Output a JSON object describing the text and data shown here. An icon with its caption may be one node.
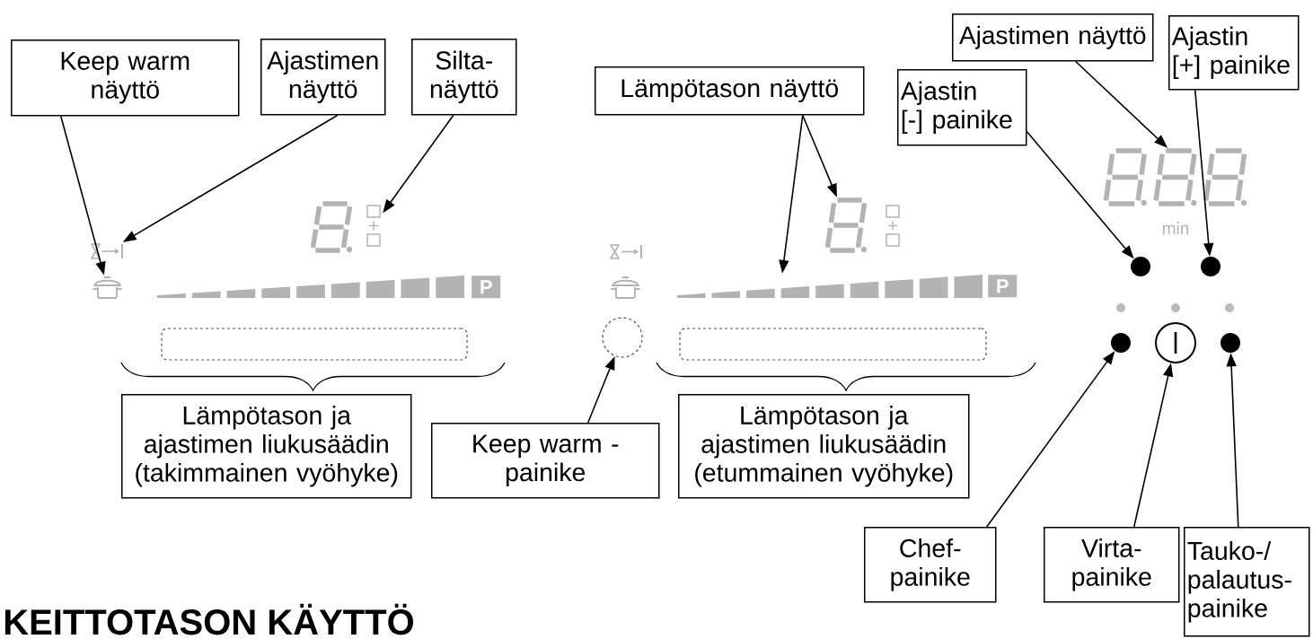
{
  "diagram": {
    "nodes": [
      {
        "text": [
          "Keep warm näyttö"
        ]
      },
      {
        "text": [
          "Ajastimen näyttö"
        ]
      },
      {
        "text": [
          "Silta- näyttö"
        ]
      },
      {
        "text": [
          "Lämpötason näyttö"
        ]
      },
      {
        "text": [
          "Ajastin [-] painike"
        ]
      },
      {
        "text": [
          "Ajastimen näyttö"
        ]
      },
      {
        "text": [
          "Ajastin [+] painike"
        ]
      },
      {
        "text": [],
        "shape": "picture"
      },
      {
        "text": [],
        "shape": "picture"
      },
      {
        "text": [],
        "shape": "picture"
      },
      {
        "text": [],
        "shape": "picture"
      },
      {
        "text": [],
        "shape": "bar"
      },
      {
        "text": [
          "P"
        ]
      },
      {
        "text": [],
        "shape": "bar"
      },
      {
        "text": [
          "P"
        ]
      },
      {
        "text": [],
        "shape": "picture"
      },
      {
        "text": [],
        "shape": "circle"
      },
      {
        "text": [],
        "shape": "circle"
      },
      {
        "text": [],
        "shape": "box"
      },
      {
        "text": [],
        "shape": "circle"
      },
      {
        "text": [],
        "shape": "box"
      },
      {
        "text": [],
        "shape": "circle"
      },
      {
        "text": [],
        "shape": "circle"
      },
      {
        "text": [],
        "shape": "circle"
      },
      {
        "text": [
          "Lämpötason ja ajastimen liukusäädin (takimmainen vyöhyke)"
        ]
      },
      {
        "text": [
          "Keep warm - painike"
        ]
      },
      {
        "text": [
          "Lämpötason ja ajastimen liukusäädin (etummainen vyöhyke)"
        ]
      },
      {
        "text": [
          "Chef- painike"
        ]
      },
      {
        "text": [
          "Virta- painike"
        ]
      },
      {
        "text": [
          "Tauko-/ palautus- painike"
        ]
      }
    ],
    "edges": [
      {
        "from": 0,
        "to": 15,
        "arrow": "to"
      },
      {
        "from": 1,
        "to": 10,
        "arrow": "to"
      },
      {
        "from": 2,
        "to": 9,
        "arrow": "to"
      },
      {
        "from": 3,
        "to": 8,
        "arrow": "to"
      },
      {
        "from": 3,
        "to": 13,
        "arrow": "to"
      },
      {
        "from": 4,
        "to": 16,
        "arrow": "to"
      },
      {
        "from": 5,
        "to": 7,
        "arrow": "to"
      },
      {
        "from": 6,
        "to": 17,
        "arrow": "to"
      },
      {
        "from": 25,
        "to": 19,
        "arrow": "to"
      },
      {
        "from": 27,
        "to": 21,
        "arrow": "to"
      },
      {
        "from": 28,
        "to": 22,
        "arrow": "to"
      },
      {
        "from": 29,
        "to": 23,
        "arrow": "to"
      }
    ],
    "labels": [
      "min",
      "KEITTOTASON KÄYTTÖ"
    ]
  }
}
